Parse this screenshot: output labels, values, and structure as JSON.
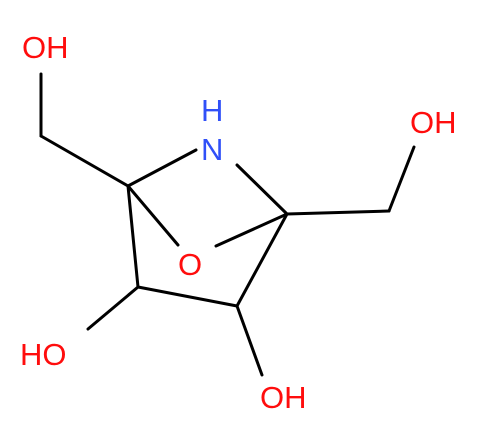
{
  "structure": {
    "colors": {
      "bond": "#000000",
      "oxygen": "#ff0d0d",
      "nitrogen": "#3050f8",
      "background": "#ffffff"
    },
    "atom_labels": {
      "oh_top_left": "OH",
      "oh_right": "OH",
      "nh_bridge": "N",
      "h_bridge": "H",
      "o_bridge": "O",
      "ho_bottom_left": "HO",
      "oh_bottom": "OH"
    }
  }
}
